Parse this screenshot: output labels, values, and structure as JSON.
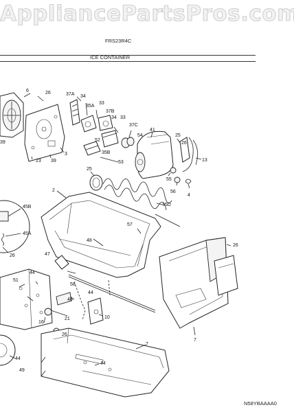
{
  "header": {
    "watermark": "AppliancePartsPros.com",
    "model": "FRS23R4C",
    "section": "ICE CONTAINER",
    "figure_code": "N58YBAAAA0"
  },
  "callouts": [
    "6",
    "26",
    "37A",
    "34",
    "35A",
    "33",
    "37B",
    "34",
    "33",
    "37C",
    "41",
    "25",
    "26",
    "52",
    "54",
    "35B",
    "53",
    "13",
    "39",
    "23",
    "39",
    "3",
    "25",
    "55",
    "56",
    "4",
    "2",
    "45D",
    "45B",
    "45A",
    "26",
    "57",
    "26",
    "48",
    "47",
    "58",
    "44",
    "51",
    "46",
    "44",
    "10",
    "21",
    "26",
    "16",
    "44",
    "44",
    "49",
    "7"
  ]
}
